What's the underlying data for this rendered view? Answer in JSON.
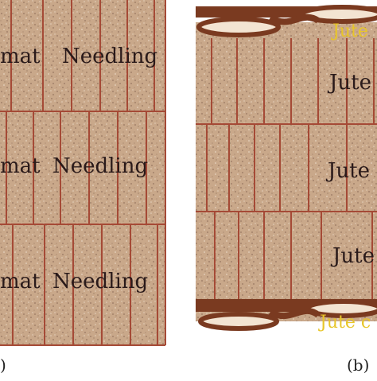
{
  "colors": {
    "mat_fill": "#c9a88a",
    "mat_speckle_dark": "#a3826a",
    "mat_speckle_light": "#e6d3bf",
    "needle_line": "#a54a36",
    "yarn_band": "#7a3a20",
    "yarn_label": "#e8c62a",
    "label_text": "#2a1a1a",
    "caption_text": "#222222"
  },
  "panel_a": {
    "rows": [
      {
        "left_label": "mat",
        "right_label": "Needling"
      },
      {
        "left_label": "mat",
        "right_label": "Needling"
      },
      {
        "left_label": "mat",
        "right_label": "Needling"
      }
    ],
    "caption": ")"
  },
  "panel_b": {
    "top_yarn_label": "Jute",
    "bottom_yarn_label": "Jute c",
    "rows": [
      {
        "label": "Jute"
      },
      {
        "label": "Jute m"
      },
      {
        "label": "Jute"
      }
    ],
    "caption": "(b)"
  }
}
